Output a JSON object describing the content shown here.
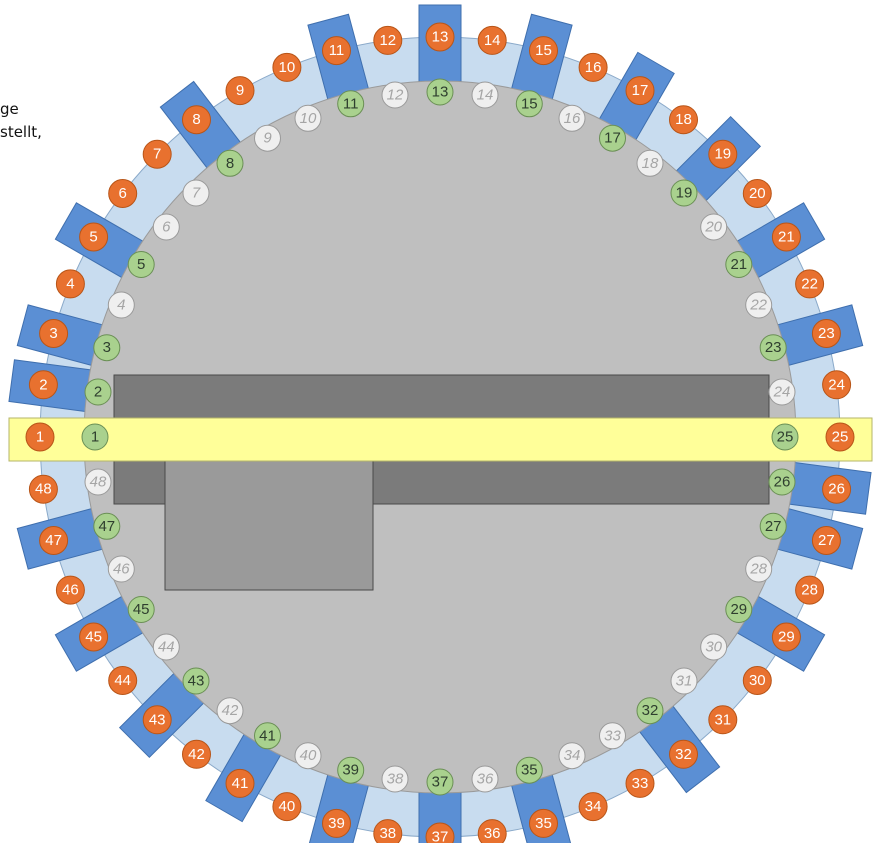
{
  "caption": {
    "line1": "ge",
    "line2": "stellt,"
  },
  "colors": {
    "outer_circle": "#e8712f",
    "inner_green": "#a9d18e",
    "inner_white": "#efefef",
    "tab_blue": "#5b8fd4",
    "ring": "#c8dcef",
    "disc": "#bfbfbf",
    "band": "#ffff99",
    "block_dark": "#7b7b7b",
    "block_mid": "#9a9a9a"
  },
  "positions": [
    "1",
    "2",
    "3",
    "4",
    "5",
    "6",
    "7",
    "8",
    "9",
    "10",
    "11",
    "12",
    "13",
    "14",
    "15",
    "16",
    "17",
    "18",
    "19",
    "20",
    "21",
    "22",
    "23",
    "24",
    "25",
    "26",
    "27",
    "28",
    "29",
    "30",
    "31",
    "32",
    "33",
    "34",
    "35",
    "36",
    "37",
    "38",
    "39",
    "40",
    "41",
    "42",
    "43",
    "44",
    "45",
    "46",
    "47",
    "48"
  ],
  "tabbed_positions": [
    2,
    3,
    5,
    8,
    11,
    13,
    15,
    17,
    19,
    21,
    23,
    26,
    27,
    29,
    32,
    35,
    37,
    39,
    41,
    43,
    45,
    47
  ],
  "green_positions": [
    1,
    2,
    3,
    5,
    8,
    11,
    13,
    15,
    17,
    19,
    21,
    23,
    25,
    26,
    27,
    29,
    32,
    35,
    37,
    39,
    41,
    43,
    45,
    47
  ]
}
